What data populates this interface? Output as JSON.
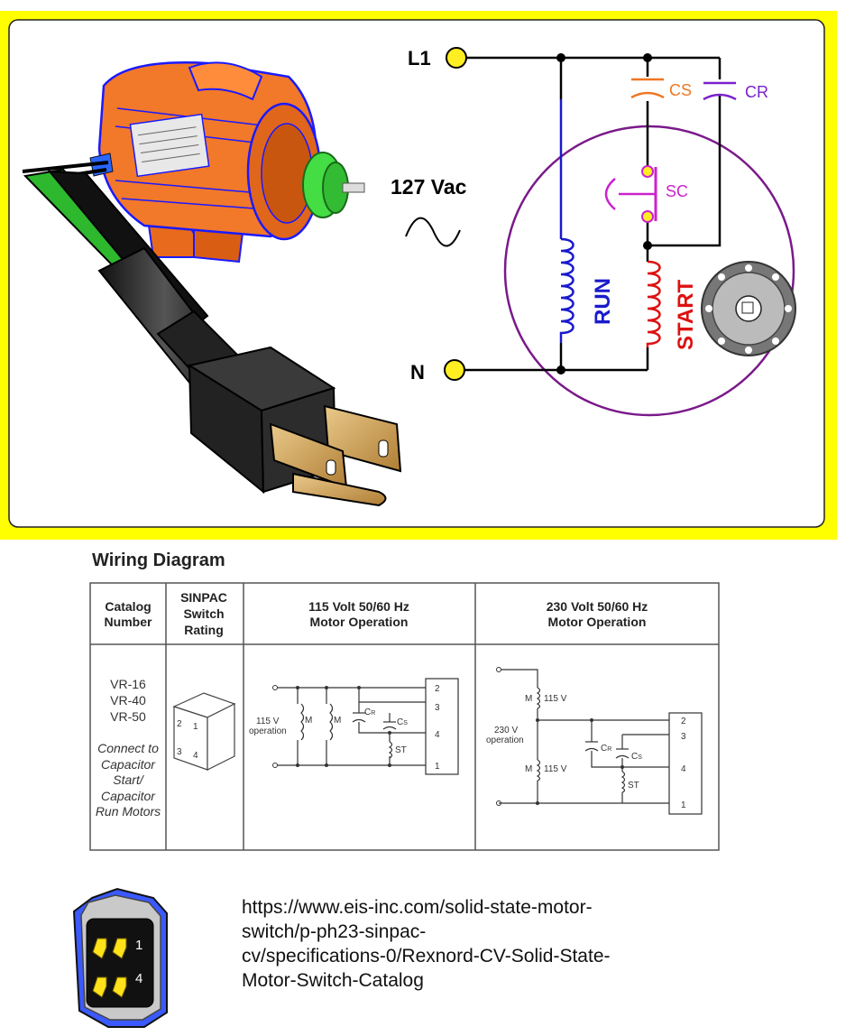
{
  "top": {
    "l1": "L1",
    "n": "N",
    "voltage": "127 Vac",
    "cs": "CS",
    "cr": "CR",
    "sc": "SC",
    "run": "RUN",
    "start": "START"
  },
  "wiring": {
    "title": "Wiring Diagram",
    "headers": [
      "Catalog Number",
      "SINPAC Switch Rating",
      "115 Volt  50/60 Hz Motor Operation",
      "230 Volt  50/60 Hz Motor Operation"
    ],
    "header_lines": [
      [
        "Catalog",
        "Number"
      ],
      [
        "SINPAC",
        "Switch",
        "Rating"
      ],
      [
        "115 Volt  50/60 Hz",
        "Motor Operation"
      ],
      [
        "230 Volt  50/60 Hz",
        "Motor Operation"
      ]
    ],
    "catalog": [
      "VR-16",
      "VR-40",
      "VR-50"
    ],
    "note_lines": [
      "Connect to",
      "Capacitor",
      "Start/",
      "Capacitor",
      "Run Motors"
    ],
    "switch_pins": [
      "2",
      "1",
      "3",
      "4"
    ],
    "d115": {
      "v1": "115 V",
      "v2": "operation",
      "m": "M",
      "cr": "C",
      "cr_sub": "R",
      "cs": "C",
      "cs_sub": "S",
      "st": "ST",
      "terms": [
        "2",
        "3",
        "4",
        "1"
      ]
    },
    "d230": {
      "v1": "230 V",
      "v2": "operation",
      "m": "M",
      "m1": "115 V",
      "m2": "115 V",
      "cr": "C",
      "cr_sub": "R",
      "cs": "C",
      "cs_sub": "S",
      "st": "ST",
      "terms": [
        "2",
        "3",
        "4",
        "1"
      ]
    }
  },
  "switch_pins_big": [
    "1",
    "4"
  ],
  "url_lines": [
    "https://www.eis-inc.com/solid-state-motor-",
    "switch/p-ph23-sinpac-",
    "cv/specifications-0/Rexnord-CV-Solid-State-",
    "Motor-Switch-Catalog"
  ]
}
